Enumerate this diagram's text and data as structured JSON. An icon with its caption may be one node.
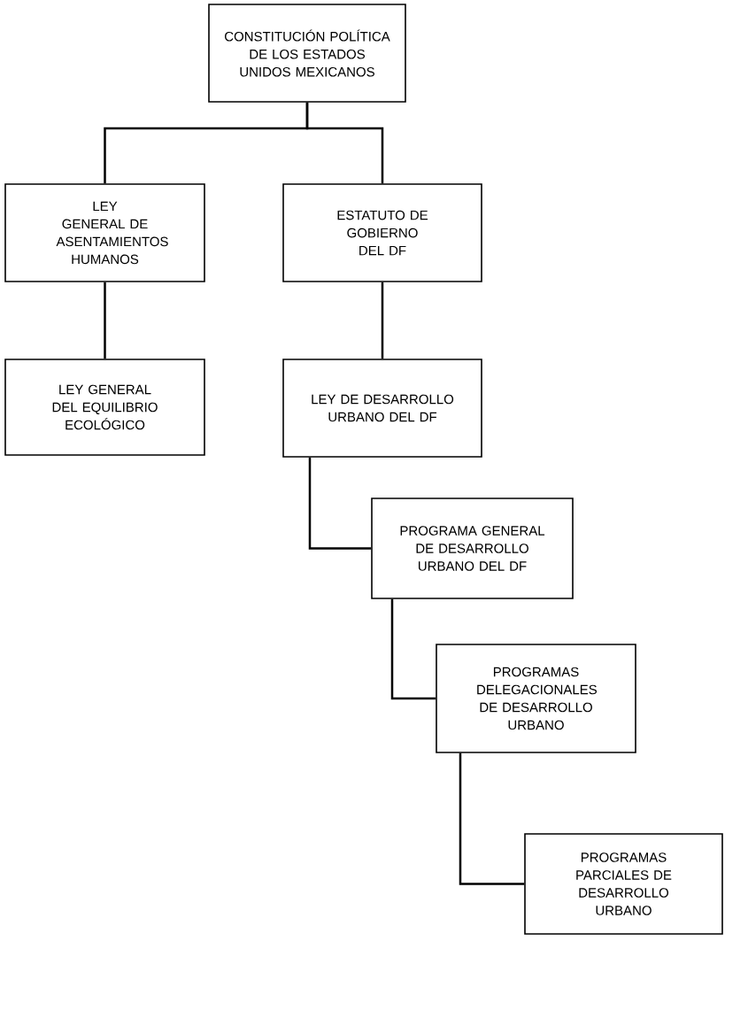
{
  "diagram": {
    "nodes": [
      {
        "text": [
          "CONSTITUCIÓN POLÍTICA DE LOS ESTADOS UNIDOS MEXICANOS"
        ]
      },
      {
        "text": [
          "LEY GENERAL DE ASENTAMIENTOS HUMANOS"
        ]
      },
      {
        "text": [
          "ESTATUTO DE GOBIERNO DEL DF"
        ]
      },
      {
        "text": [
          "LEY GENERAL DEL EQUILIBRIO ECOLÓGICO"
        ]
      },
      {
        "text": [
          "LEY DE DESARROLLO URBANO DEL DF"
        ]
      },
      {
        "text": [
          "PROGRAMA GENERAL DE DESARROLLO URBANO DEL DF"
        ]
      },
      {
        "text": [
          "PROGRAMAS DELEGACIONALES DE DESARROLLO URBANO"
        ]
      },
      {
        "text": [
          "PROGRAMAS PARCIALES DE DESARROLLO URBANO"
        ]
      }
    ],
    "edges": [
      {
        "from": 0,
        "to": 1,
        "arrow": "none"
      },
      {
        "from": 0,
        "to": 2,
        "arrow": "none"
      },
      {
        "from": 1,
        "to": 3,
        "arrow": "none"
      },
      {
        "from": 2,
        "to": 4,
        "arrow": "none"
      },
      {
        "from": 4,
        "to": 5,
        "arrow": "none"
      },
      {
        "from": 5,
        "to": 6,
        "arrow": "none"
      },
      {
        "from": 6,
        "to": 7,
        "arrow": "none"
      }
    ]
  }
}
